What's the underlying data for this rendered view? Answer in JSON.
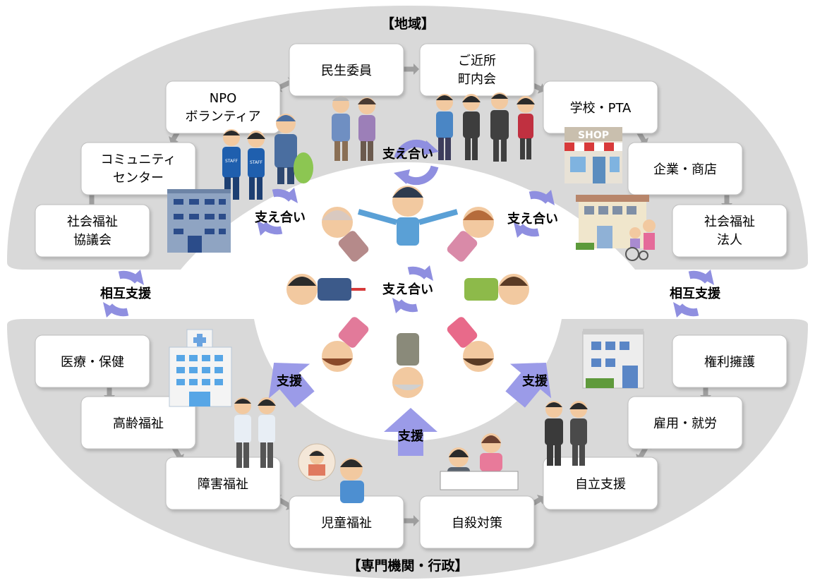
{
  "region_labels": {
    "community": "【地域】",
    "agencies": "【専門機関・行政】"
  },
  "community_boxes": [
    {
      "id": "minsei",
      "lines": [
        "民生委員"
      ]
    },
    {
      "id": "gokinjo",
      "lines": [
        "ご近所",
        "町内会"
      ]
    },
    {
      "id": "npo",
      "lines": [
        "NPO",
        "ボランティア"
      ]
    },
    {
      "id": "gakko",
      "lines": [
        "学校・PTA"
      ]
    },
    {
      "id": "community_center",
      "lines": [
        "コミュニティ",
        "センター"
      ]
    },
    {
      "id": "kigyo",
      "lines": [
        "企業・商店"
      ]
    },
    {
      "id": "shakyo",
      "lines": [
        "社会福祉",
        "協議会"
      ]
    },
    {
      "id": "shafuku",
      "lines": [
        "社会福祉",
        "法人"
      ]
    }
  ],
  "agency_boxes": [
    {
      "id": "iryo",
      "lines": [
        "医療・保健"
      ]
    },
    {
      "id": "kenri",
      "lines": [
        "権利擁護"
      ]
    },
    {
      "id": "korei",
      "lines": [
        "高齢福祉"
      ]
    },
    {
      "id": "koyo",
      "lines": [
        "雇用・就労"
      ]
    },
    {
      "id": "shogai",
      "lines": [
        "障害福祉"
      ]
    },
    {
      "id": "jiritsu",
      "lines": [
        "自立支援"
      ]
    },
    {
      "id": "jido",
      "lines": [
        "児童福祉"
      ]
    },
    {
      "id": "jisatsu",
      "lines": [
        "自殺対策"
      ]
    }
  ],
  "cycle_labels": {
    "top": "支え合い",
    "left": "支え合い",
    "right": "支え合い",
    "center": "支え合い",
    "mutual_left": "相互支援",
    "mutual_right": "相互支援"
  },
  "support_labels": {
    "left": "支援",
    "right": "支援",
    "bottom": "支援"
  },
  "shop_sign": "SHOP",
  "staff_text": "STAFF",
  "colors": {
    "band": "#d9d9d9",
    "box_fill": "#ffffff",
    "box_stroke": "#bfbfbf",
    "connector": "#9e9e9e",
    "cycle_arrow": "#8f8fe0",
    "support_arrow": "#9b9be8"
  }
}
